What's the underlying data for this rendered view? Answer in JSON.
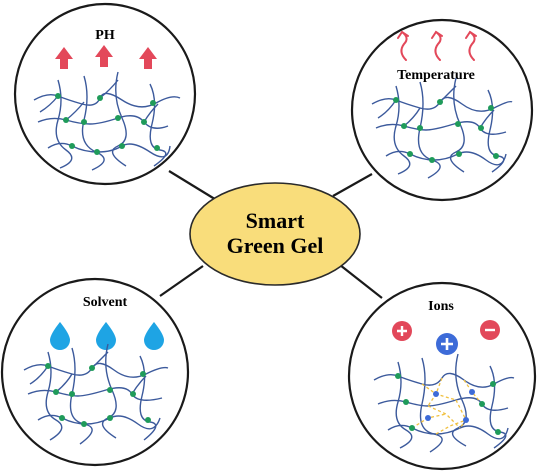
{
  "center": {
    "line1": "Smart",
    "line2": "Green Gel"
  },
  "stimuli": {
    "ph": {
      "label": "PH",
      "icon": "up-arrow-icon"
    },
    "temperature": {
      "label": "Temperature",
      "icon": "wavy-arrow-icon"
    },
    "solvent": {
      "label": "Solvent",
      "icon": "water-drop-icon"
    },
    "ions": {
      "label": "Ions",
      "icon": "ion-charge-icon"
    }
  },
  "colors": {
    "center_fill": "#f9dd7b",
    "polymer_line": "#3c5a9c",
    "crosslink_node": "#1f9b5a",
    "arrow_red": "#e3485a",
    "drop_blue": "#1ea4e4",
    "ion_red": "#e2485a",
    "ion_blue": "#3d6bd8",
    "ion_bond": "#f0c040"
  }
}
